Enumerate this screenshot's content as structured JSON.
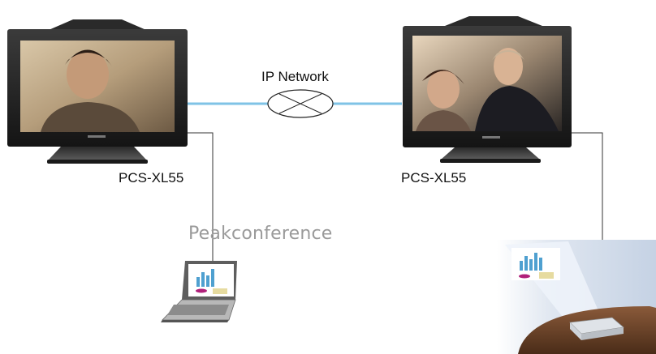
{
  "network": {
    "label": "IP Network"
  },
  "left_terminal": {
    "model": "PCS-XL55"
  },
  "right_terminal": {
    "model": "PCS-XL55"
  },
  "watermark": {
    "text": "Peakconference"
  },
  "colors": {
    "network_link": "#7fc3e6",
    "device_body": "#1e1e1e",
    "device_frame": "#3a3a3a",
    "wire": "#333333"
  },
  "icons": {
    "network": "router-ellipse-icon",
    "left_device": "video-terminal-icon",
    "right_device": "video-terminal-icon",
    "laptop": "laptop-icon",
    "projector": "projector-icon"
  }
}
